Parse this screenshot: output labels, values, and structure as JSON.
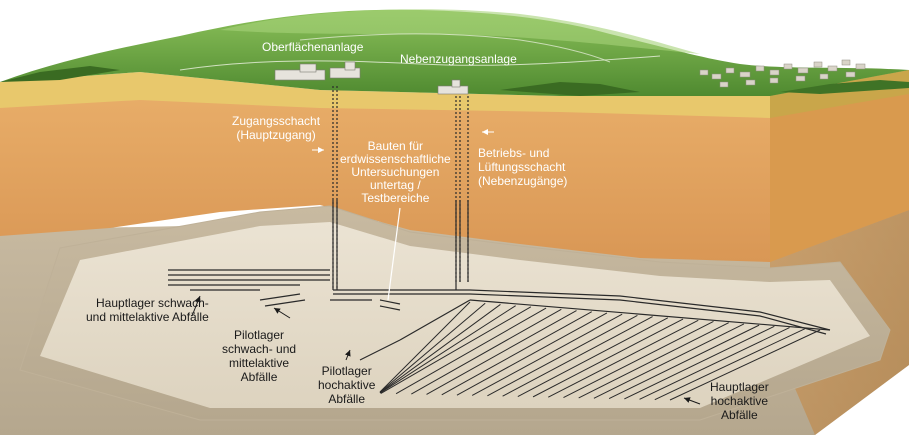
{
  "labels": {
    "surface_facility": "Oberflächenanlage",
    "secondary_access_facility": "Nebenzugangsanlage",
    "access_shaft": [
      "Zugangsschacht",
      "(Hauptzugang)"
    ],
    "geoscience_structures": [
      "Bauten für",
      "erdwissenschaftliche",
      "Untersuchungen",
      "untertag /",
      "Testbereiche"
    ],
    "operation_ventilation_shaft": [
      "Betriebs- und",
      "Lüftungsschacht",
      "(Nebenzugänge)"
    ],
    "main_repository_low_intermediate": [
      "Hauptlager schwach-",
      "und mittelaktive Abfälle"
    ],
    "pilot_repository_low_intermediate": [
      "Pilotlager",
      "schwach- und",
      "mittelaktive",
      "Abfälle"
    ],
    "pilot_repository_high": [
      "Pilotlager",
      "hochaktive",
      "Abfälle"
    ],
    "main_repository_high": [
      "Hauptlager",
      "hochaktive",
      "Abfälle"
    ]
  },
  "colors": {
    "sky": "#ffffff",
    "hill_green": "#5f9a3c",
    "topsoil_yellow": "#e6c86a",
    "orange_rock": "#e7a463",
    "host_rock": "#d6c9b3",
    "tunnel_lines": "#2a2a2a"
  },
  "icons": [
    "arrow-right-icon",
    "arrow-left-icon",
    "arrow-up-left-icon",
    "arrow-down-right-icon"
  ]
}
